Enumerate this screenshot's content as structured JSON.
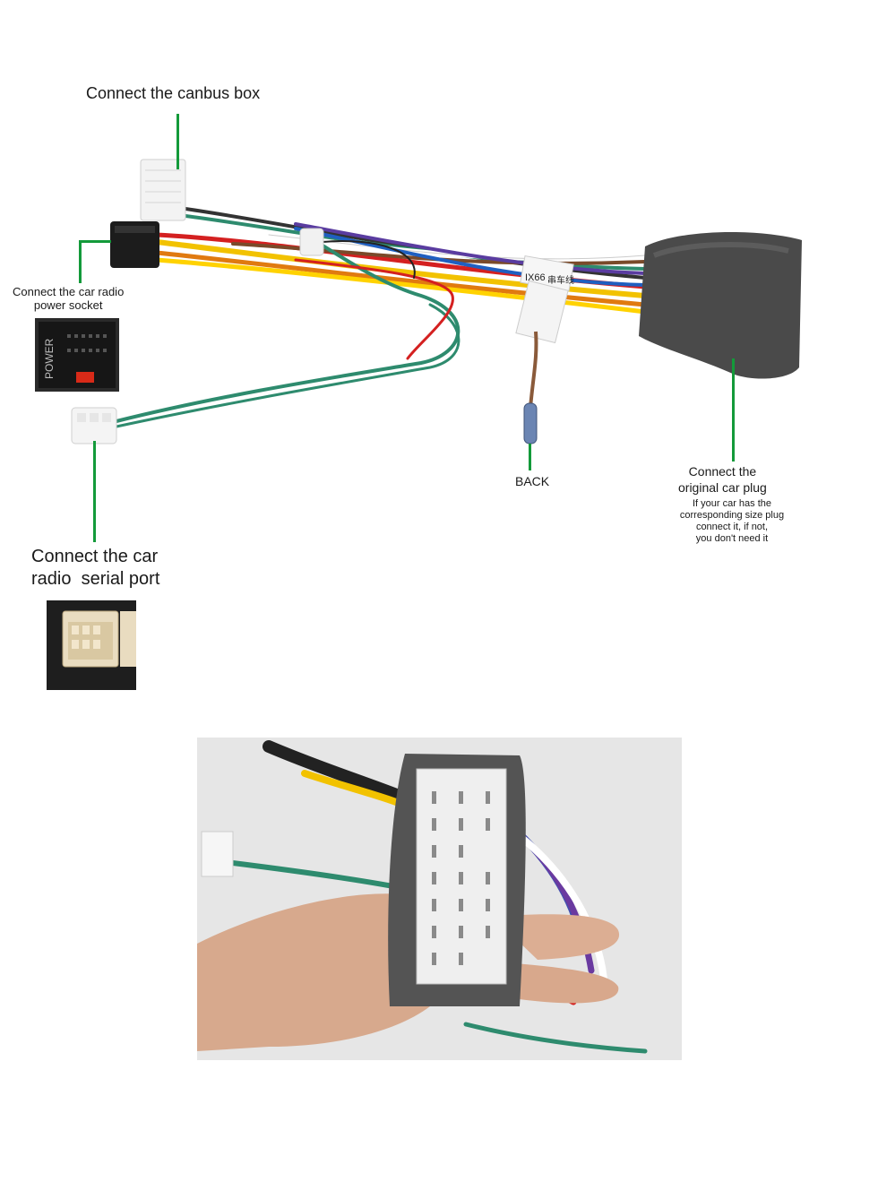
{
  "labels": {
    "canbus": "Connect the canbus box",
    "power_line1": "Connect the car radio",
    "power_line2": "power socket",
    "serial_line1": "Connect the car",
    "serial_line2": "radio  serial port",
    "back": "BACK",
    "plug_line1": "Connect the",
    "plug_line2": "original car plug",
    "plug_note1": "If your car has the",
    "plug_note2": "corresponding size plug",
    "plug_note3": "connect it, if not,",
    "plug_note4": "you don't need it"
  },
  "harness_tag": {
    "text1": "IX66",
    "text2": "串车线"
  },
  "power_socket_photo": {
    "text": "POWER"
  },
  "colors": {
    "leader_line": "#139a3a",
    "foam": "#4a4a4a",
    "wire_green": "#2e8b6e",
    "wire_yellow": "#f2c200",
    "wire_red": "#d42020"
  },
  "icons": {
    "canbus_connector": "white-multi-pin-connector",
    "power_connector": "black-power-connector",
    "serial_connector": "white-small-connector",
    "car_plug": "foam-wrapped-plug",
    "back_wire": "brown-back-wire"
  }
}
